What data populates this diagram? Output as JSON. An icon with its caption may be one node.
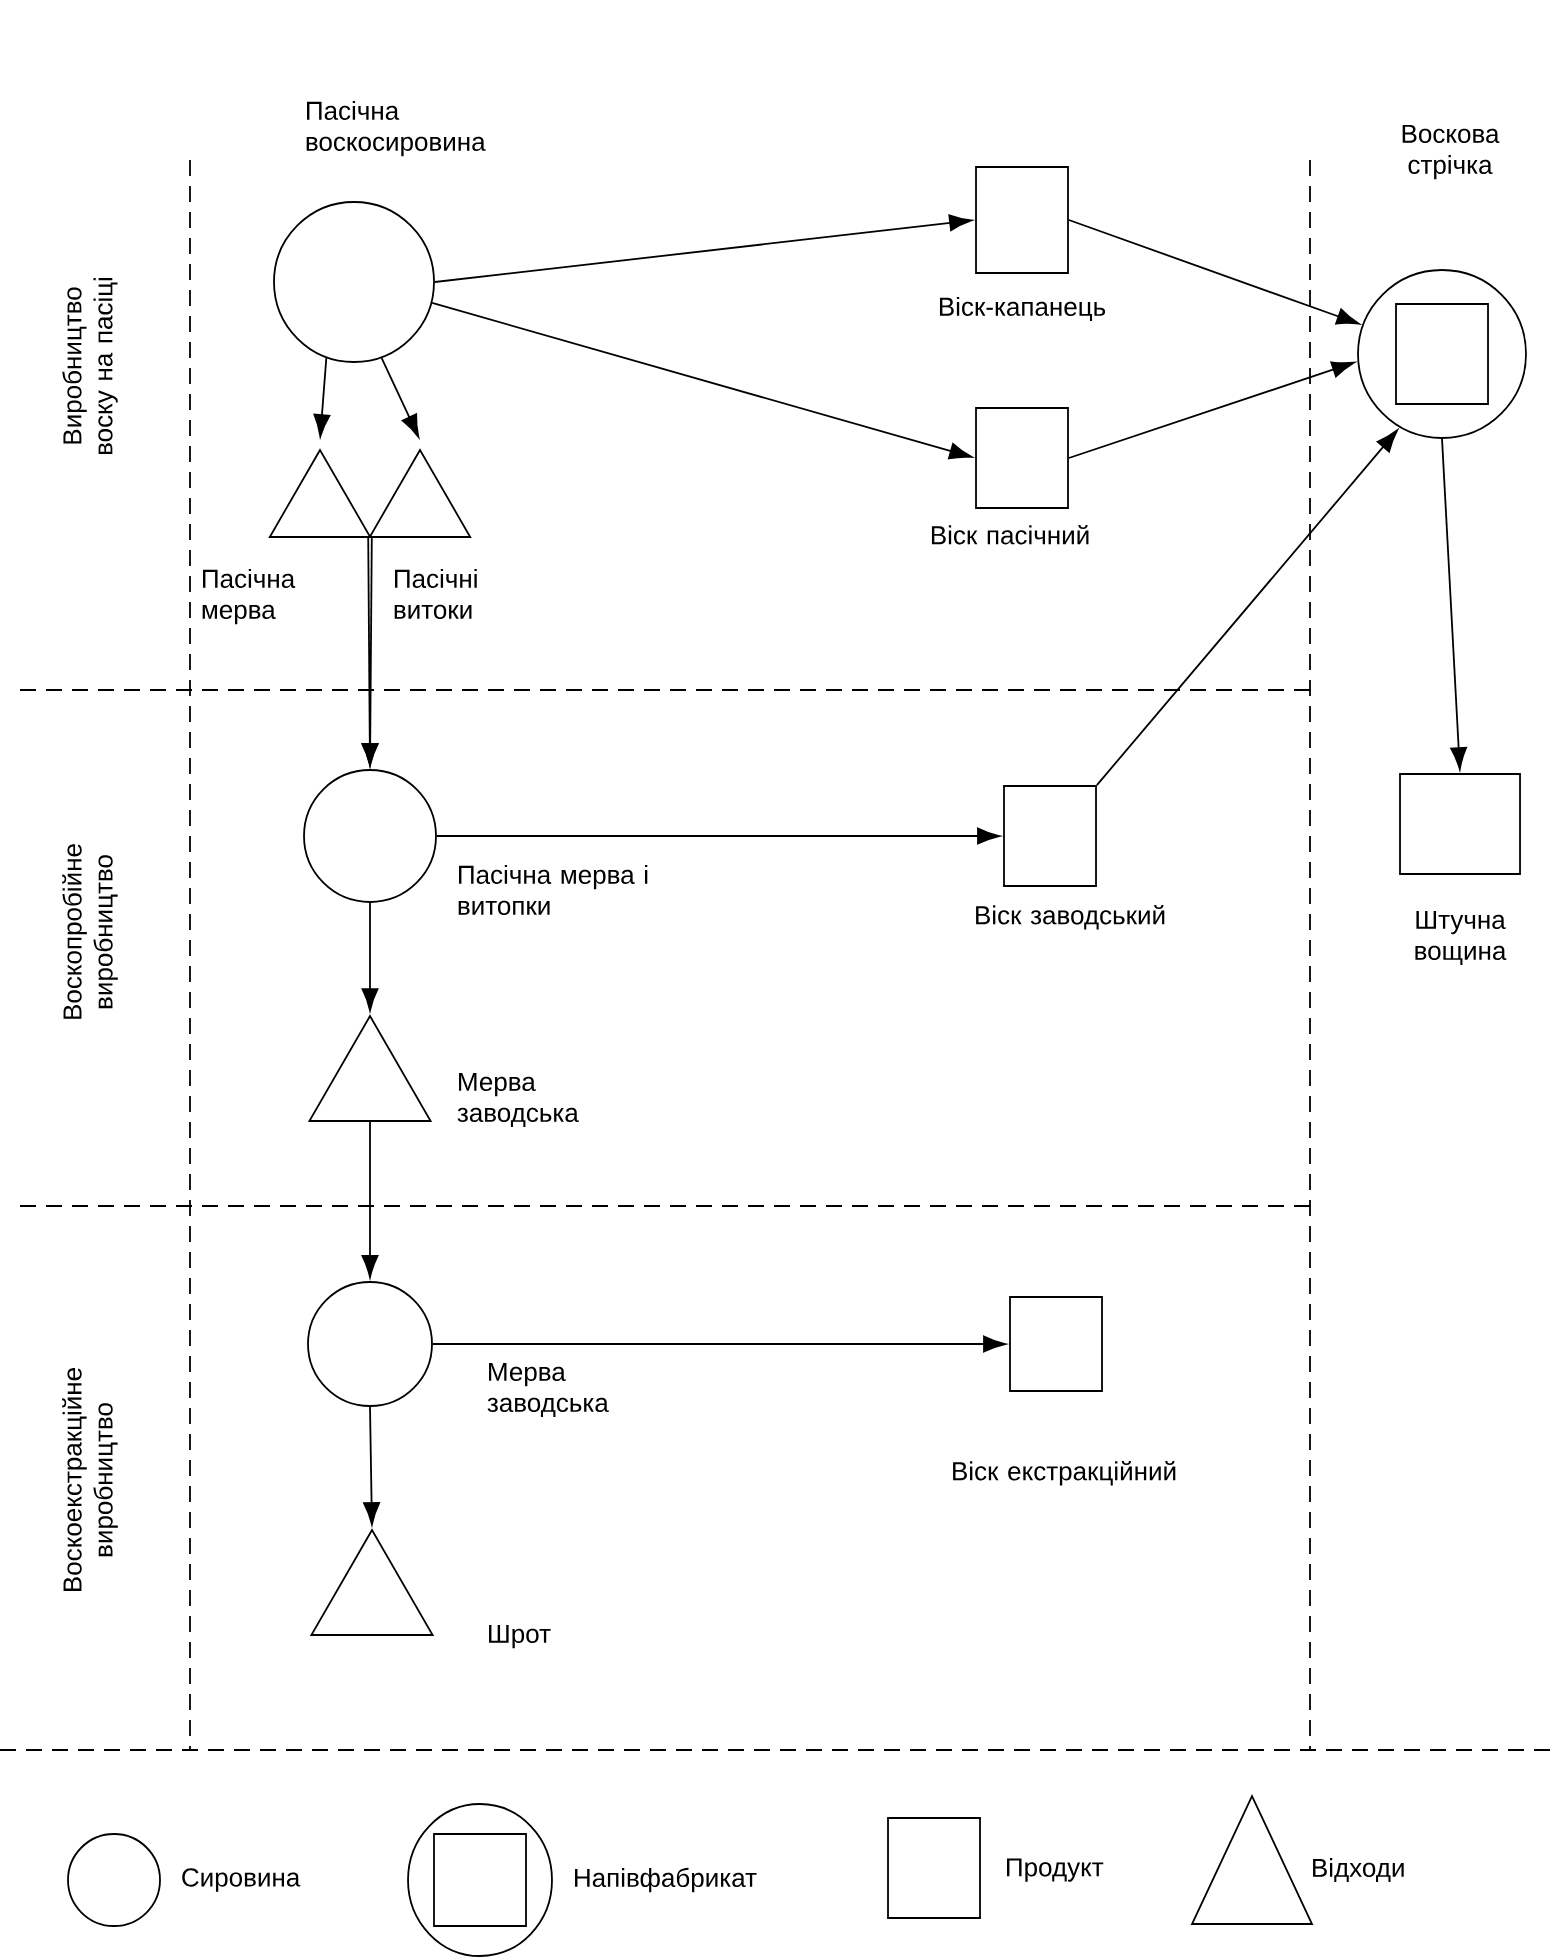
{
  "diagram": {
    "nodes": [
      {
        "text": [],
        "shape": "circle",
        "beside": [
          "Пасічна воскосировина"
        ]
      },
      {
        "text": [],
        "shape": "triangle",
        "beside": [
          "Пасічна мерва"
        ]
      },
      {
        "text": [],
        "shape": "triangle",
        "beside": [
          "Пасічні витоки"
        ]
      },
      {
        "text": [],
        "shape": "box",
        "beside": [
          "Віск-капанець"
        ]
      },
      {
        "text": [],
        "shape": "box",
        "beside": [
          "Віск пасічний"
        ]
      },
      {
        "text": [],
        "shape": "circle",
        "beside": [
          "Воскова стрічка"
        ]
      },
      {
        "text": [],
        "shape": "box",
        "beside": [
          "Штучна вощина"
        ]
      },
      {
        "text": [],
        "shape": "circle",
        "beside": [
          "Пасічна мерва і витопки"
        ]
      },
      {
        "text": [],
        "shape": "box",
        "beside": [
          "Віск заводський"
        ]
      },
      {
        "text": [],
        "shape": "triangle",
        "beside": [
          "Мерва заводська"
        ]
      },
      {
        "text": [],
        "shape": "circle",
        "beside": [
          "Мерва заводська"
        ]
      },
      {
        "text": [],
        "shape": "box",
        "beside": [
          "Віск екстракційний"
        ]
      },
      {
        "text": [],
        "shape": "triangle",
        "beside": [
          "Шрот"
        ]
      }
    ],
    "edges": [
      {
        "from": 0,
        "to": 3,
        "arrow": "to"
      },
      {
        "from": 0,
        "to": 4,
        "arrow": "to"
      },
      {
        "from": 0,
        "to": 1,
        "arrow": "to"
      },
      {
        "from": 0,
        "to": 2,
        "arrow": "to"
      },
      {
        "from": 3,
        "to": 5,
        "arrow": "to"
      },
      {
        "from": 4,
        "to": 5,
        "arrow": "to"
      },
      {
        "from": 5,
        "to": 6,
        "arrow": "to"
      },
      {
        "from": 1,
        "to": 7,
        "arrow": "to"
      },
      {
        "from": 2,
        "to": 7,
        "arrow": "to"
      },
      {
        "from": 7,
        "to": 8,
        "arrow": "to"
      },
      {
        "from": 8,
        "to": 5,
        "arrow": "to"
      },
      {
        "from": 7,
        "to": 9,
        "arrow": "to"
      },
      {
        "from": 9,
        "to": 10,
        "arrow": "to"
      },
      {
        "from": 10,
        "to": 11,
        "arrow": "to"
      },
      {
        "from": 10,
        "to": 12,
        "arrow": "to"
      }
    ],
    "labels": [
      "Виробництво воску на пасіці",
      "Воскопробійне виробництво",
      "Воскоекстракційне виробництво"
    ],
    "legend": [
      {
        "text": "Сировина"
      },
      {
        "text": "Напівфабрикат"
      },
      {
        "text": "Продукт"
      },
      {
        "text": "Відходи"
      }
    ]
  }
}
